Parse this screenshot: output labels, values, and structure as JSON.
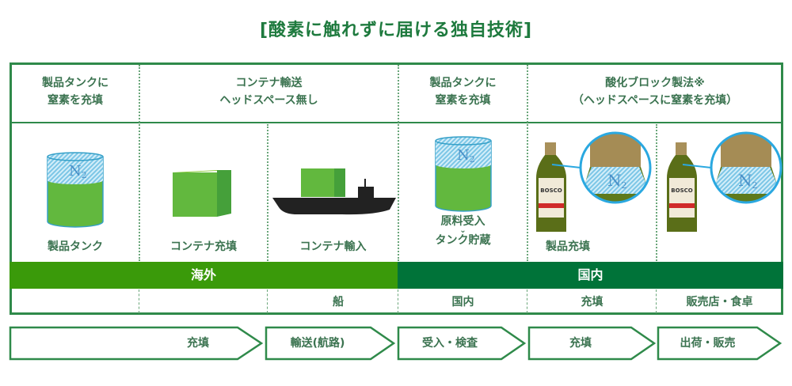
{
  "title": "[酸素に触れずに届ける独自技術]",
  "headers": [
    {
      "line1": "製品タンクに",
      "line2": "窒素を充填"
    },
    {
      "line1": "コンテナ輸送",
      "line2": "ヘッドスペース無し"
    },
    {
      "line1": "製品タンクに",
      "line2": "窒素を充填"
    },
    {
      "line1": "酸化ブロック製法※",
      "line2": "（ヘッドスペースに窒素を充填）"
    }
  ],
  "captions": {
    "tank": "製品タンク",
    "container_fill": "コンテナ充填",
    "container_import": "コンテナ輸入",
    "receive_line1": "原料受入",
    "receive_arrow": "⌄",
    "receive_line2": "タンク貯蔵",
    "product_fill": "製品充填"
  },
  "n2_label": "N",
  "n2_sub": "2",
  "bottle_brand": "BOSCO",
  "regions": {
    "overseas": "海外",
    "domestic": "国内"
  },
  "locations": [
    "",
    "",
    "船",
    "国内",
    "充填",
    "販売店・食卓"
  ],
  "process": [
    "充填",
    "輸送(航路)",
    "受入・検査",
    "充填",
    "出荷・販売"
  ],
  "colors": {
    "overseas": "#3a9a0a",
    "domestic": "#007339",
    "frame": "#2f8a4a",
    "liquid": "#62b83e",
    "nitrogen": "#9fd6ee"
  }
}
